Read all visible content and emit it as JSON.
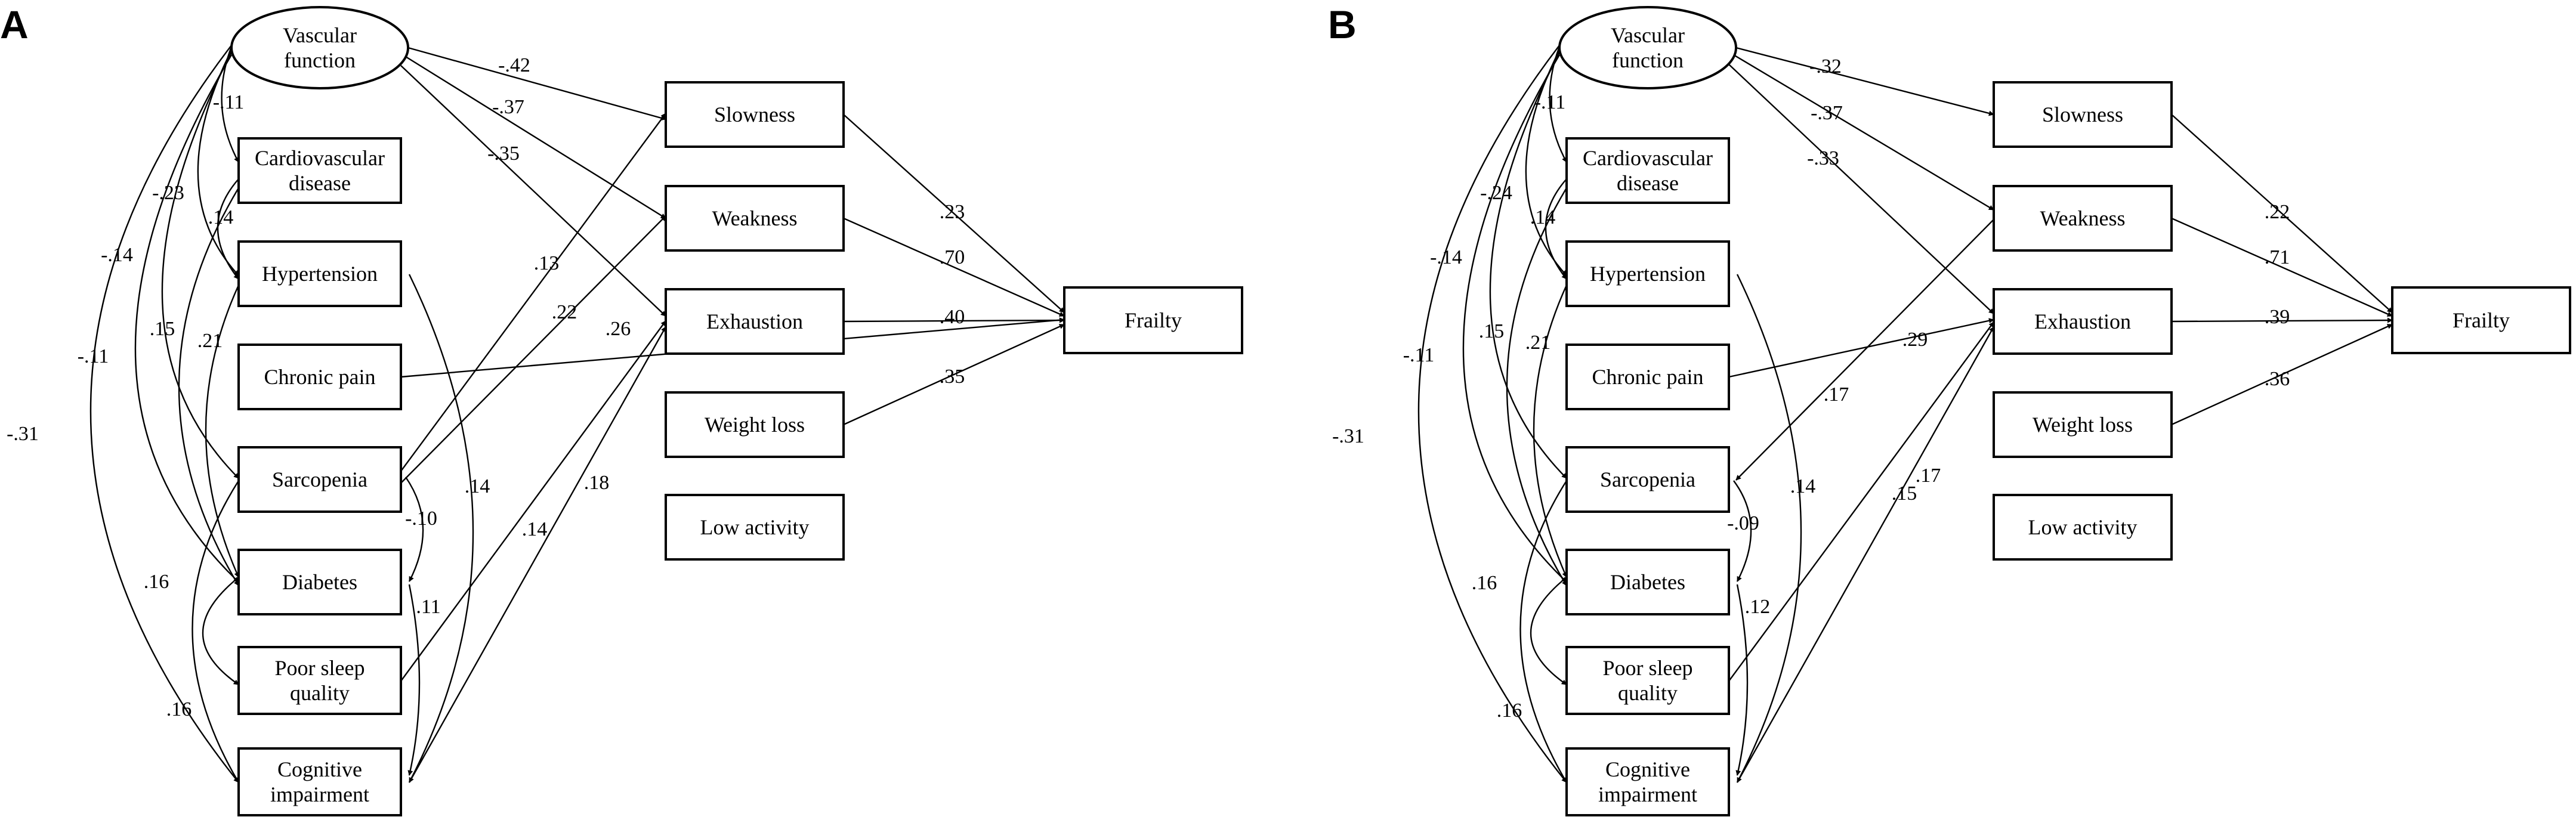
{
  "panels": [
    {
      "label": "A",
      "nodes": {
        "vf": [
          "Vascular",
          "function"
        ],
        "cvd": [
          "Cardiovascular",
          "disease"
        ],
        "htn": [
          "Hypertension"
        ],
        "cp": [
          "Chronic pain"
        ],
        "sar": [
          "Sarcopenia"
        ],
        "dm": [
          "Diabetes"
        ],
        "psq": [
          "Poor sleep",
          "quality"
        ],
        "ci": [
          "Cognitive",
          "impairment"
        ],
        "slow": [
          "Slowness"
        ],
        "weak": [
          "Weakness"
        ],
        "exh": [
          "Exhaustion"
        ],
        "wl": [
          "Weight loss"
        ],
        "la": [
          "Low activity"
        ],
        "fr": [
          "Frailty"
        ]
      },
      "coefficients": {
        "vf_slow": "-.42",
        "vf_weak": "-.37",
        "vf_exh": "-.35",
        "vf_cvd": "-.11",
        "vf_htn": "-.23",
        "vf_sar": "-.14",
        "vf_dm": "-.11",
        "vf_ci": "-.31",
        "cvd_htn": ".14",
        "cvd_dm": ".15",
        "htn_dm": ".21",
        "sar_slow": ".13",
        "sar_weak": ".22",
        "cp_exh": ".26",
        "sar_dm": "-.10",
        "htn_ci": ".14",
        "dm_ci": ".11",
        "sar_ci": ".16",
        "dm_psq": ".16",
        "psq_exh": ".14",
        "ci_exh": ".18",
        "slow_fr": ".23",
        "weak_fr": ".70",
        "exh_fr": ".40",
        "wl_fr": ".35"
      }
    },
    {
      "label": "B",
      "nodes": {
        "vf": [
          "Vascular",
          "function"
        ],
        "cvd": [
          "Cardiovascular",
          "disease"
        ],
        "htn": [
          "Hypertension"
        ],
        "cp": [
          "Chronic pain"
        ],
        "sar": [
          "Sarcopenia"
        ],
        "dm": [
          "Diabetes"
        ],
        "psq": [
          "Poor sleep",
          "quality"
        ],
        "ci": [
          "Cognitive",
          "impairment"
        ],
        "slow": [
          "Slowness"
        ],
        "weak": [
          "Weakness"
        ],
        "exh": [
          "Exhaustion"
        ],
        "wl": [
          "Weight loss"
        ],
        "la": [
          "Low activity"
        ],
        "fr": [
          "Frailty"
        ]
      },
      "coefficients": {
        "vf_slow": "-.32",
        "vf_weak": "-.37",
        "vf_exh": "-.33",
        "vf_cvd": "-.11",
        "vf_htn": "-.24",
        "vf_sar": "-.14",
        "vf_dm": "-.11",
        "vf_ci": "-.31",
        "cvd_htn": ".14",
        "cvd_dm": ".15",
        "htn_dm": ".21",
        "weak_sar": ".17",
        "cp_exh": ".29",
        "sar_dm": "-.09",
        "htn_ci": ".14",
        "dm_ci": ".12",
        "sar_ci": ".16",
        "dm_psq": ".16",
        "psq_exh": ".15",
        "ci_exh": ".17",
        "slow_fr": ".22",
        "weak_fr": ".71",
        "exh_fr": ".39",
        "wl_fr": ".36"
      }
    }
  ]
}
